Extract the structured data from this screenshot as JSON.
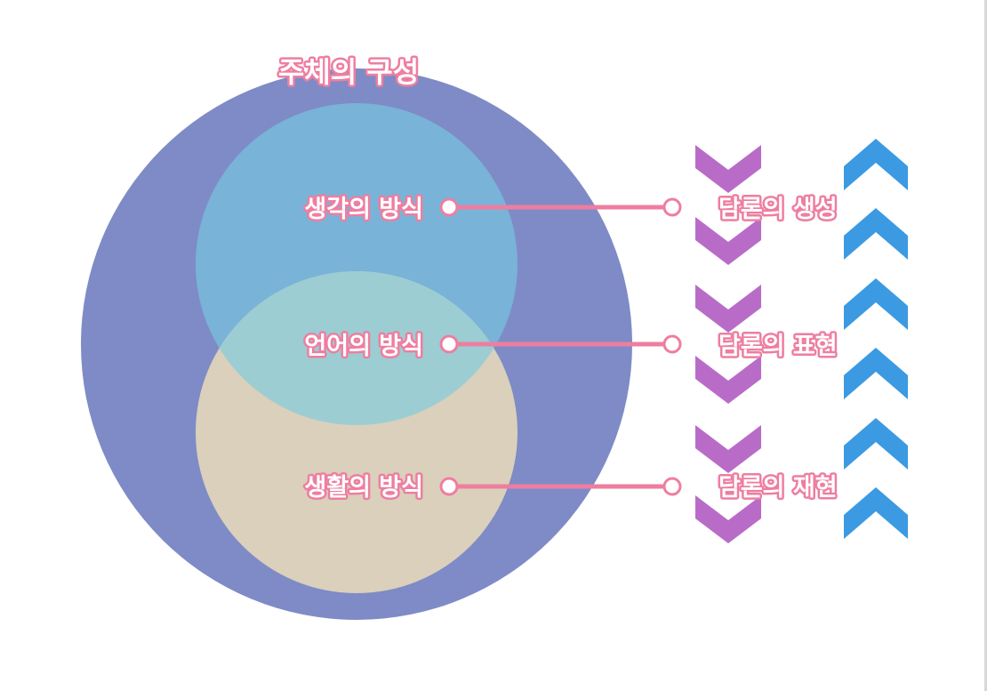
{
  "diagram": {
    "title": "주체의 구성",
    "inner_labels": [
      "생각의 방식",
      "언어의 방식",
      "생활의 방식"
    ],
    "outer_labels": [
      "담론의 생성",
      "담론의 표현",
      "담론의 재현"
    ],
    "colors": {
      "outer_circle": "#7f8bc6",
      "top_circle": "#79b3d8",
      "bottom_circle": "#dad0bb",
      "overlap": "#9ccdd3",
      "connector": "#ee7ea0",
      "label_outline": "#ee7ea0",
      "down_chevron": "#b86cc8",
      "up_chevron": "#3b9ae2"
    },
    "icons": [
      "chevron-down-icon",
      "chevron-up-icon"
    ]
  }
}
